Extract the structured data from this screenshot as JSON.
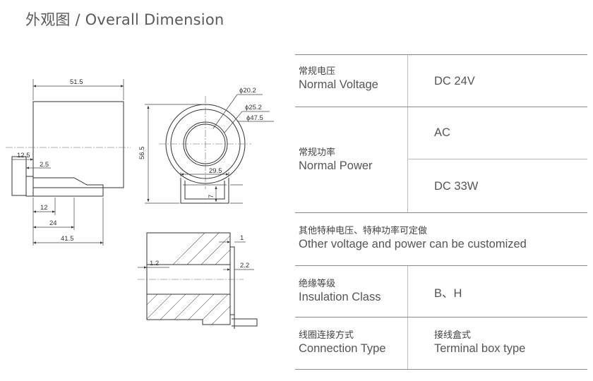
{
  "title": "外观图 / Overall Dimension",
  "dimensions": {
    "width_top": "51.5",
    "height": "56.5",
    "left_125": "12.5",
    "left_25": "2.5",
    "bottom_12": "12",
    "bottom_24": "24",
    "bottom_415": "41.5",
    "dia_202": "ϕ20.2",
    "dia_252": "ϕ25.2",
    "dia_475": "ϕ47.5",
    "box_295": "29.5",
    "box_7": "7",
    "sec_1": "1",
    "sec_12": "1.2",
    "sec_22": "2.2"
  },
  "specs": {
    "voltage": {
      "cn": "常规电压",
      "en": "Normal Voltage",
      "value": "DC 24V"
    },
    "power": {
      "cn": "常规功率",
      "en": "Normal Power",
      "value_ac": "AC",
      "value_dc": "DC 33W"
    },
    "other": {
      "cn": "其他特种电压、特种功率可定做",
      "en": "Other voltage and power can be customized"
    },
    "insulation": {
      "cn": "绝缘等级",
      "en": "Insulation Class",
      "value": "B、H"
    },
    "connection": {
      "cn": "线圈连接方式",
      "en": "Connection Type",
      "value_cn": "接线盒式",
      "value_en": "Terminal box type"
    }
  }
}
